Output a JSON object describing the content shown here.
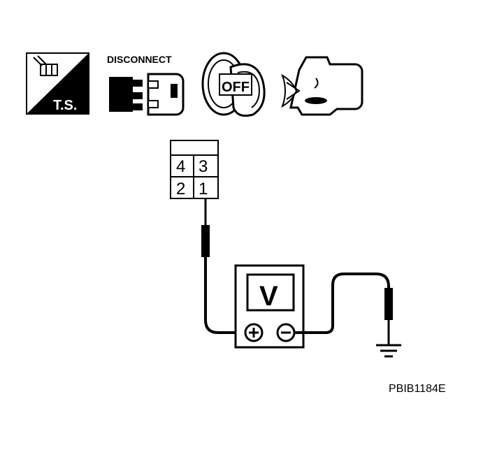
{
  "icons": {
    "ts_label": "T.S.",
    "disconnect_label": "DISCONNECT",
    "ignition_label": "OFF"
  },
  "connector": {
    "pins": [
      "4",
      "3",
      "2",
      "1"
    ]
  },
  "meter": {
    "label": "V",
    "positive_symbol": "+",
    "negative_symbol": "−"
  },
  "figure_code": "PBIB1184E"
}
